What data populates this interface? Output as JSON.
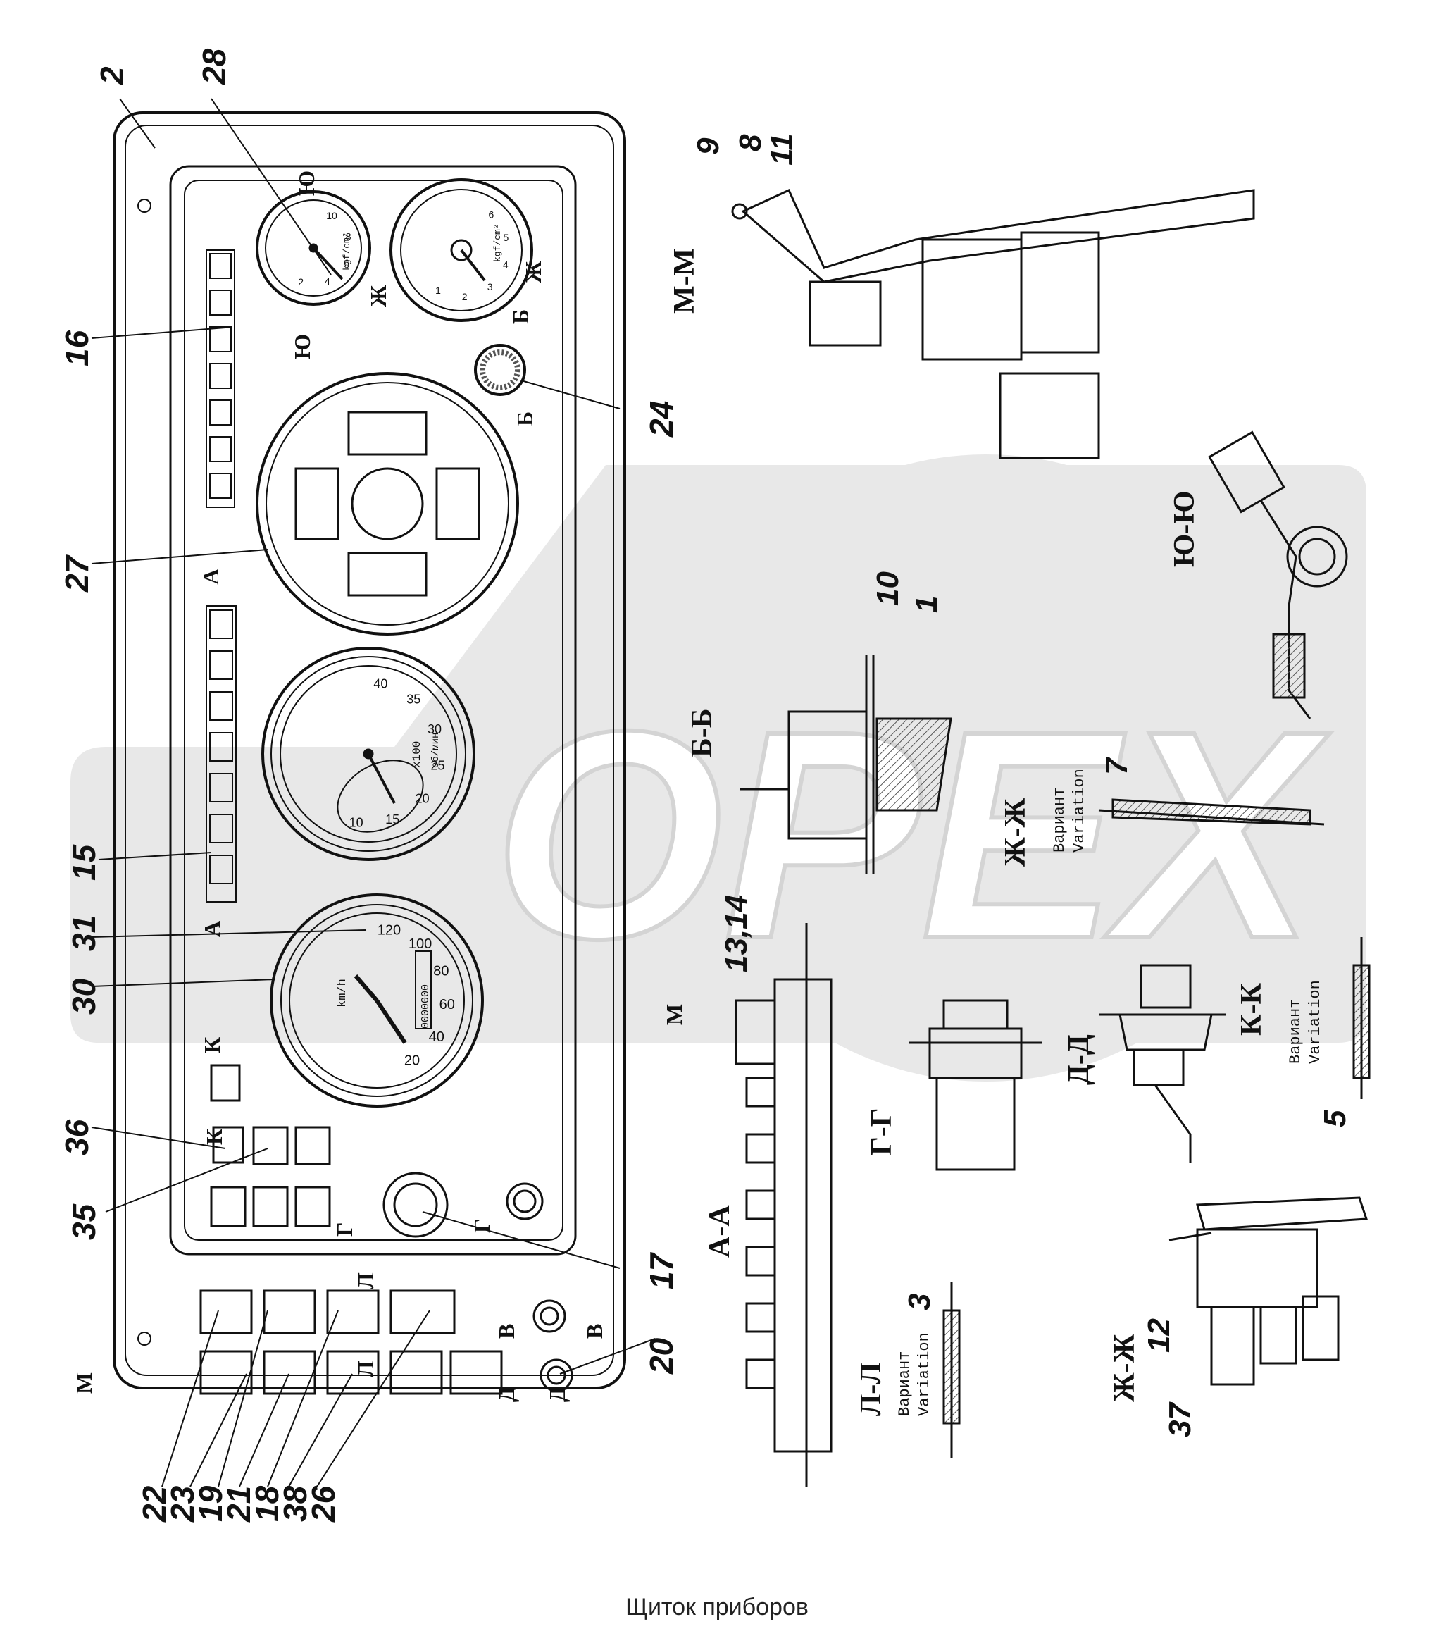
{
  "caption": "Щиток приборов",
  "watermark": "OPEX",
  "callouts": [
    "2",
    "28",
    "16",
    "27",
    "15",
    "31",
    "30",
    "36",
    "35",
    "17",
    "24",
    "22",
    "23",
    "19",
    "21",
    "18",
    "38",
    "26",
    "20",
    "9",
    "8",
    "11",
    "13,14",
    "10",
    "1",
    "7",
    "3",
    "12",
    "37",
    "5"
  ],
  "sections": [
    "М-М",
    "Ю-Ю",
    "Б-Б",
    "Ж-Ж",
    "А-А",
    "Г-Г",
    "Д-Д",
    "К-К",
    "Л-Л",
    "Ж-Ж"
  ],
  "variation_notes": [
    {
      "line1": "Вариант",
      "line2": "Variation"
    },
    {
      "line1": "Вариант",
      "line2": "Variation"
    },
    {
      "line1": "Вариант",
      "line2": "Variation"
    }
  ],
  "panel_marks": [
    "А",
    "А",
    "К",
    "К",
    "Ю",
    "Ю",
    "Ж",
    "Ж",
    "Б",
    "Б",
    "М",
    "М",
    "Г",
    "Г",
    "Л",
    "Л",
    "В",
    "В",
    "Д",
    "Д"
  ],
  "gauge_text": {
    "pressure_unit": "kgf/cm²",
    "speed_unit": "km/h",
    "tacho_unit": "x100",
    "tacho_sub": "об/мин",
    "speed_ticks": [
      "20",
      "40",
      "60",
      "80",
      "100",
      "120"
    ],
    "tacho_ticks": [
      "10",
      "15",
      "20",
      "25",
      "30",
      "35",
      "40"
    ],
    "pressure_ticks_a": [
      "2",
      "4",
      "6",
      "8",
      "10"
    ],
    "pressure_ticks_b": [
      "1",
      "2",
      "3",
      "4",
      "5",
      "6"
    ],
    "odometer": "0000000"
  },
  "colors": {
    "ink": "#111111",
    "watermark": "#d9d9d9",
    "hatch": "#555555"
  }
}
